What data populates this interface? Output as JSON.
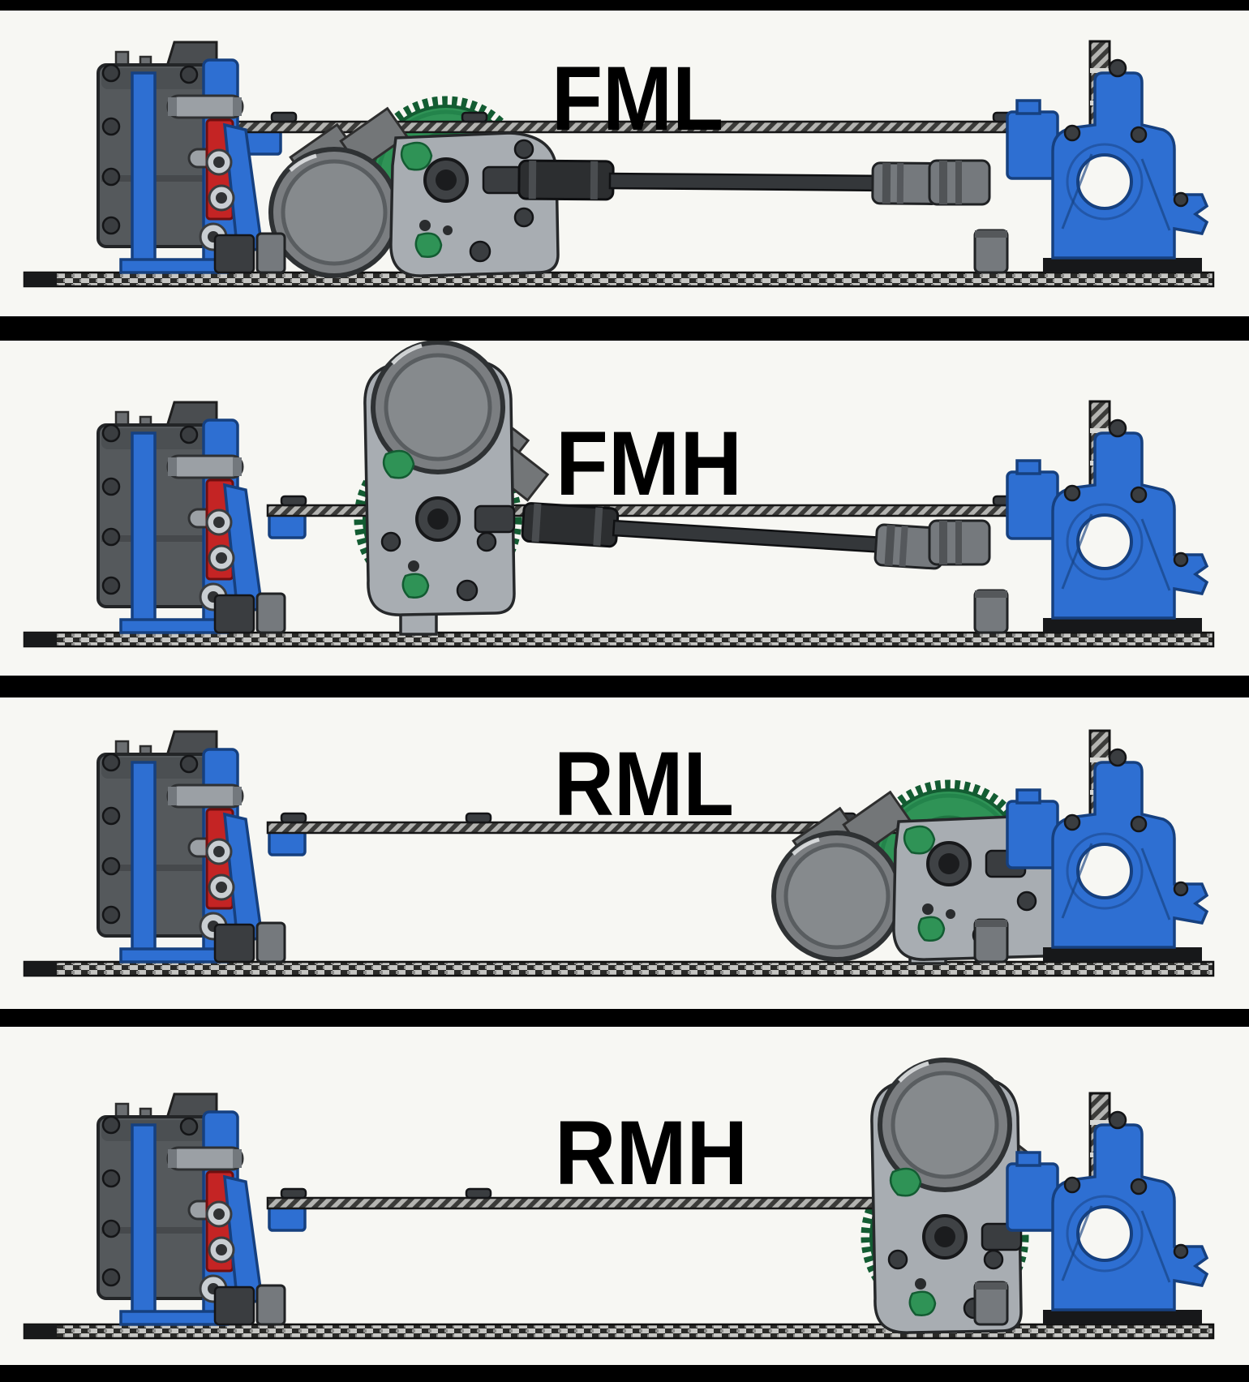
{
  "figure": {
    "description_labels_only": "",
    "panels": [
      {
        "id": "fml",
        "label": "FML"
      },
      {
        "id": "fmh",
        "label": "FMH"
      },
      {
        "id": "rml",
        "label": "RML"
      },
      {
        "id": "rmh",
        "label": "RMH"
      }
    ]
  },
  "panels": [
    {
      "id": "fml",
      "label": "FML"
    },
    {
      "id": "fmh",
      "label": "FMH"
    },
    {
      "id": "rml",
      "label": "RML"
    },
    {
      "id": "rmh",
      "label": "RMH"
    }
  ],
  "colors": {
    "bg": "#000000",
    "panel_bg": "#f7f7f3",
    "label": "#000000",
    "blue": "#2e6fd2",
    "blue_dark": "#16407f",
    "green": "#2f9356",
    "green_dark": "#135c32",
    "red": "#c42424",
    "red_dark": "#6f0f0f",
    "servo": "#55595c",
    "servo_dark": "#232527",
    "plate": "#a8adb2",
    "motor": "#7b7e81",
    "motor_rim": "#2f3234",
    "motor_face": "#868a8d",
    "steel": "#9ba0a5",
    "steel_dark": "#2f3133",
    "dark_metal": "#3a3d40",
    "dark_metal_edge": "#141517",
    "shaft": "#34373a",
    "shaft_dark": "#0f1012",
    "coupler": "#75797d",
    "carbon_light": "#c6c6c3",
    "carbon_dark": "#2a2a28",
    "hatch_light": "#b4b4b1",
    "hatch_dark": "#3b3b39"
  }
}
